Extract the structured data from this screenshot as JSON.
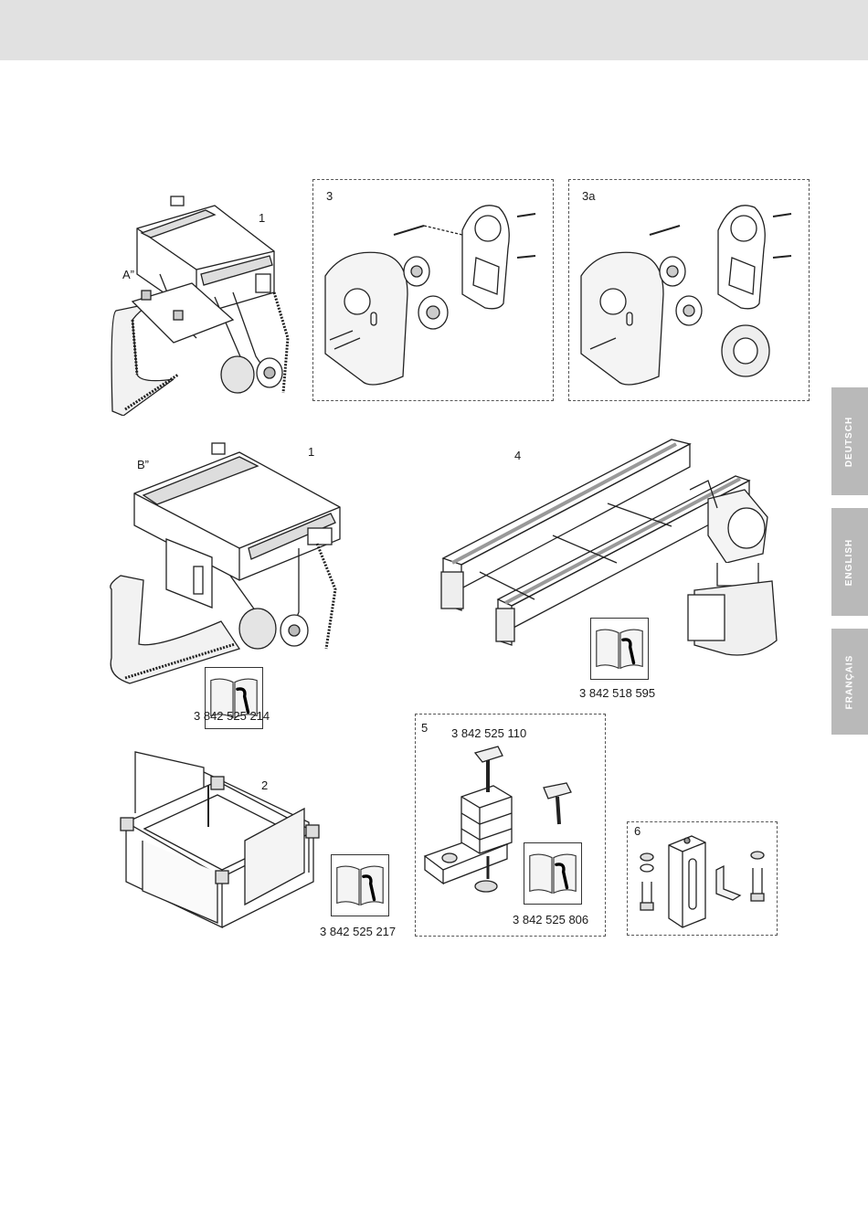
{
  "language_tabs": [
    "DEUTSCH",
    "ENGLISH",
    "FRANÇAIS"
  ],
  "figures": {
    "fig1a": {
      "variant": "A”",
      "number": "1"
    },
    "fig1b": {
      "variant": "B”",
      "number": "1",
      "part_number": "3 842 525 214"
    },
    "fig3": {
      "number": "3"
    },
    "fig3a": {
      "number": "3a"
    },
    "fig4": {
      "number": "4",
      "part_number": "3 842 518 595"
    },
    "fig2": {
      "number": "2",
      "part_number": "3 842 525 217"
    },
    "fig5": {
      "number": "5",
      "part_number_top": "3 842 525 110",
      "part_number_bottom": "3 842 525 806"
    },
    "fig6": {
      "number": "6"
    }
  },
  "icons": {
    "manual": "manual-wrench-icon"
  },
  "colors": {
    "header_band": "#e1e1e1",
    "language_tab": "#b9b9b9",
    "tab_text": "#ffffff"
  }
}
